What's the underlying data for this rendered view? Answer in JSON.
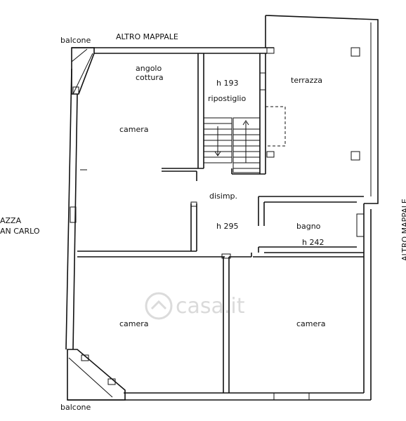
{
  "labels": {
    "other_parcel_top": "ALTRO MAPPALE",
    "other_parcel_right": "ALTRO MAPPALE",
    "piazza_line1": "AZZA",
    "piazza_line2": "AN CARLO",
    "balcone_top": "balcone",
    "balcone_bottom": "balcone",
    "angolo_line1": "angolo",
    "angolo_line2": "cottura",
    "camera_top_left": "camera",
    "h_ripostiglio": "h 193",
    "ripostiglio": "ripostiglio",
    "terrazza": "terrazza",
    "disimpegno": "disimp.",
    "h_disimpegno": "h 295",
    "bagno": "bagno",
    "h_bagno": "h 242",
    "camera_bottom_left": "camera",
    "camera_bottom_right": "camera"
  },
  "watermark": {
    "text": "casa.it",
    "icon": "house-icon"
  }
}
